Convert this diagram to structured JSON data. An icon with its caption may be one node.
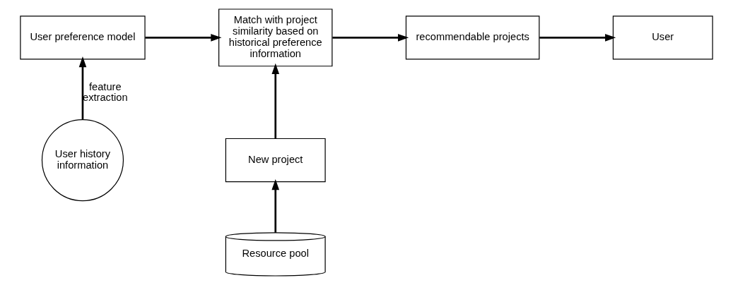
{
  "diagram": {
    "nodes": [
      {
        "text": [
          "User preference model"
        ]
      },
      {
        "text": [
          "Match with project similarity based on historical preference information"
        ]
      },
      {
        "text": [
          "recommendable projects"
        ]
      },
      {
        "text": [
          "User"
        ]
      },
      {
        "text": [
          "New project"
        ]
      },
      {
        "text": [
          "User history information"
        ]
      },
      {
        "text": [
          "Resource pool"
        ]
      }
    ],
    "edges": [
      {
        "from": 0,
        "to": 1,
        "arrow": "to"
      },
      {
        "from": 1,
        "to": 2,
        "arrow": "to"
      },
      {
        "from": 2,
        "to": 3,
        "arrow": "to"
      },
      {
        "from": 5,
        "to": 0,
        "arrow": "to",
        "label": "feature extraction"
      },
      {
        "from": 4,
        "to": 1,
        "arrow": "to"
      },
      {
        "from": 6,
        "to": 4,
        "arrow": "to"
      }
    ]
  }
}
